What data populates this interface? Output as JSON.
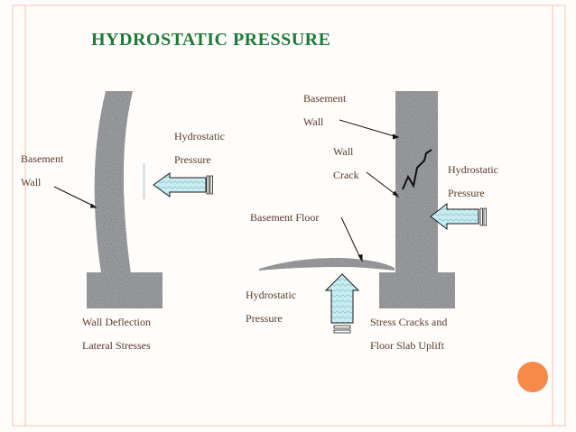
{
  "title": "HYDROSTATIC PRESSURE",
  "labels": {
    "left_wall": [
      "Basement",
      "Wall"
    ],
    "left_pressure": [
      "Hydrostatic",
      "Pressure"
    ],
    "wall_deflection": [
      "Wall Deflection",
      "Lateral Stresses"
    ],
    "right_wall": [
      "Basement",
      "Wall"
    ],
    "wall_crack": [
      "Wall",
      "Crack"
    ],
    "right_pressure": [
      "Hydrostatic",
      "Pressure"
    ],
    "basement_floor": "Basement Floor",
    "floor_pressure": [
      "Hydrostatic",
      "Pressure"
    ],
    "floor_uplift": [
      "Stress Cracks and",
      "Floor Slab Uplift"
    ]
  },
  "colors": {
    "title": "#1f7a38",
    "wall_fill": "#a6a8ab",
    "arrow_fill": "#bfe6ec",
    "accent_dot": "#f58a4a",
    "frame": "#f2b9a6"
  }
}
